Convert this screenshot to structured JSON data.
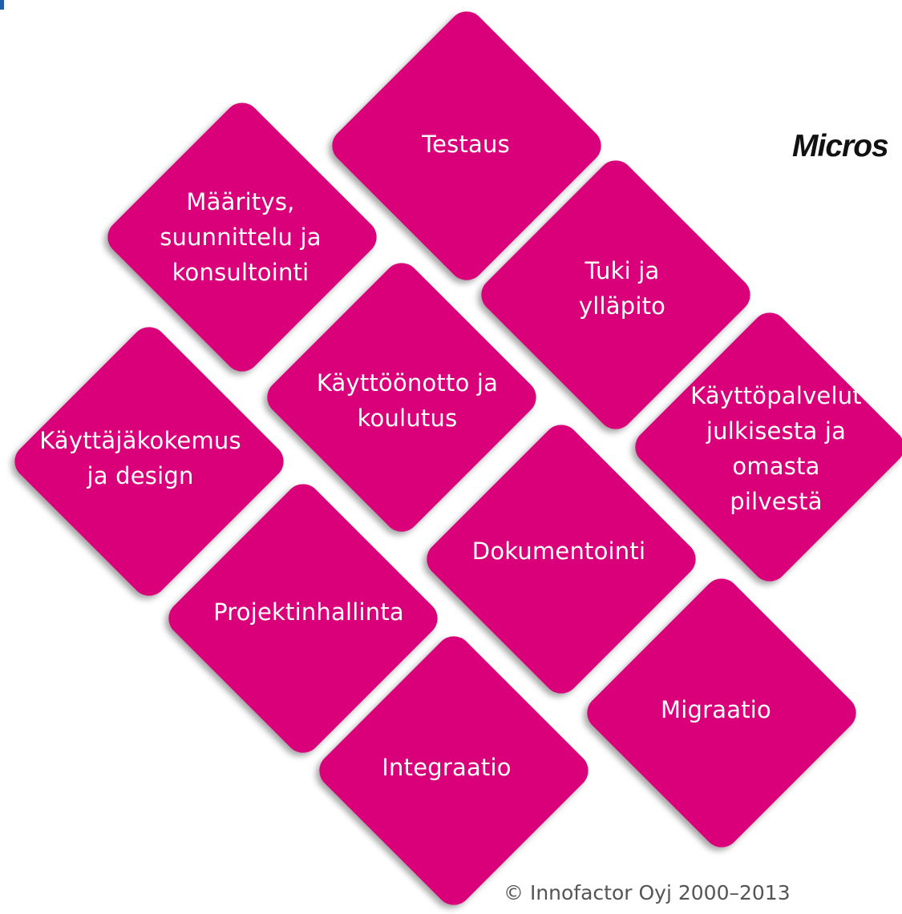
{
  "logo": {
    "text": "Micros"
  },
  "tiles": [
    {
      "label": "Testaus"
    },
    {
      "label": "Määritys,\nsuunnittelu ja\nkonsultointi"
    },
    {
      "label": "Tuki ja\nylläpito"
    },
    {
      "label": "Käyttöönotto ja\nkoulutus"
    },
    {
      "label": "Käyttöpalvelut\njulkisesta ja\nomasta pilvestä"
    },
    {
      "label": "Käyttäjäkokemus\nja design"
    },
    {
      "label": "Dokumentointi"
    },
    {
      "label": "Projektinhallinta"
    },
    {
      "label": "Migraatio"
    },
    {
      "label": "Integraatio"
    }
  ],
  "footer": {
    "copyright": "© Innofactor Oyj 2000–2013"
  },
  "colors": {
    "tile": "#d9007a",
    "tile_text": "#ffffff",
    "accent": "#1f5ea8"
  }
}
